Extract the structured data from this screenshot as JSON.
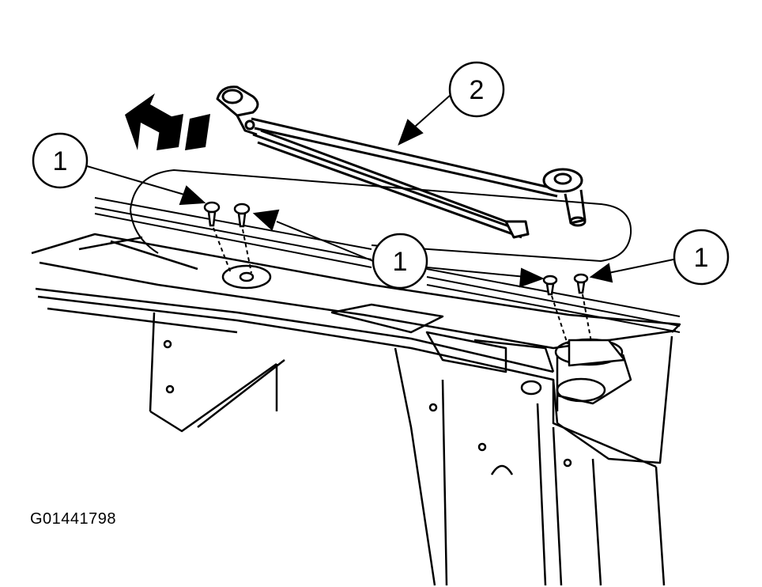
{
  "figure": {
    "id": "G01441798"
  },
  "callouts": [
    {
      "number": "1"
    },
    {
      "number": "2"
    },
    {
      "number": "1"
    },
    {
      "number": "1"
    }
  ]
}
